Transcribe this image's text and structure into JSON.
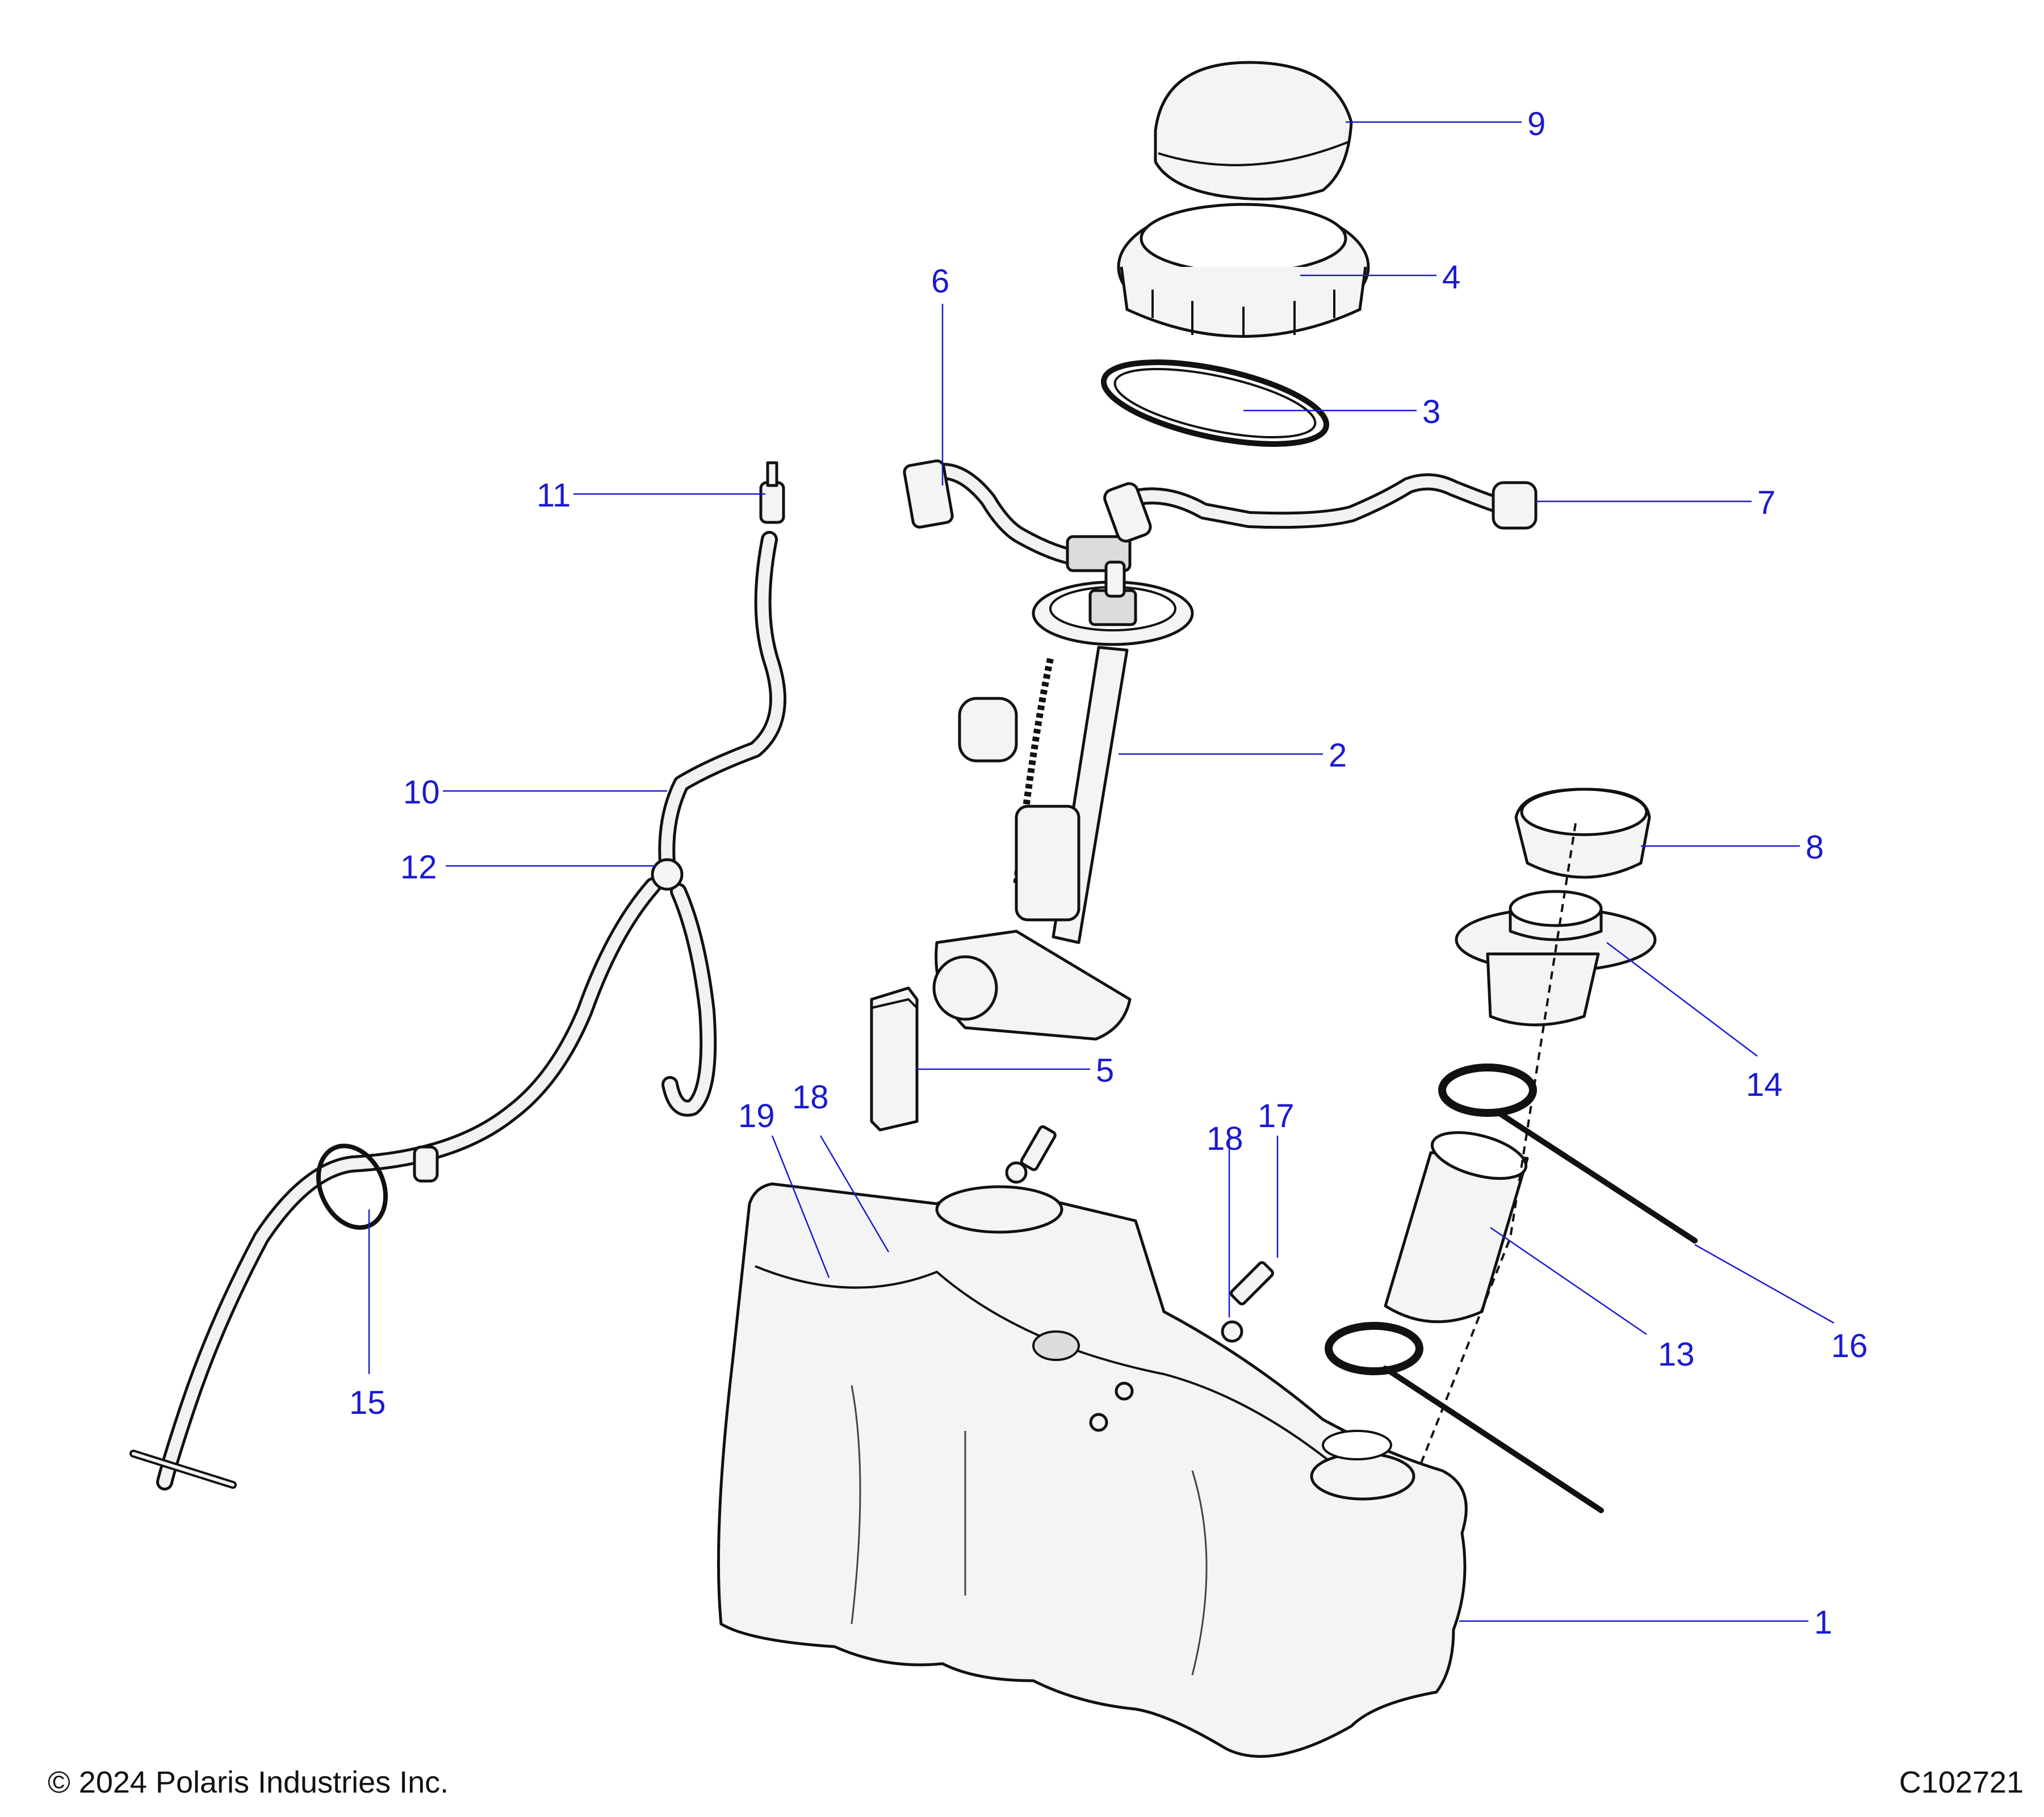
{
  "footer": {
    "copyright": "© 2024 Polaris Industries Inc.",
    "diagram_id": "C102721"
  },
  "callouts": {
    "c1": "1",
    "c2": "2",
    "c3": "3",
    "c4": "4",
    "c5": "5",
    "c6": "6",
    "c7": "7",
    "c8": "8",
    "c9": "9",
    "c10": "10",
    "c11": "11",
    "c12": "12",
    "c13": "13",
    "c14": "14",
    "c15": "15",
    "c16": "16",
    "c17": "17",
    "c18a": "18",
    "c18b": "18",
    "c19": "19"
  }
}
